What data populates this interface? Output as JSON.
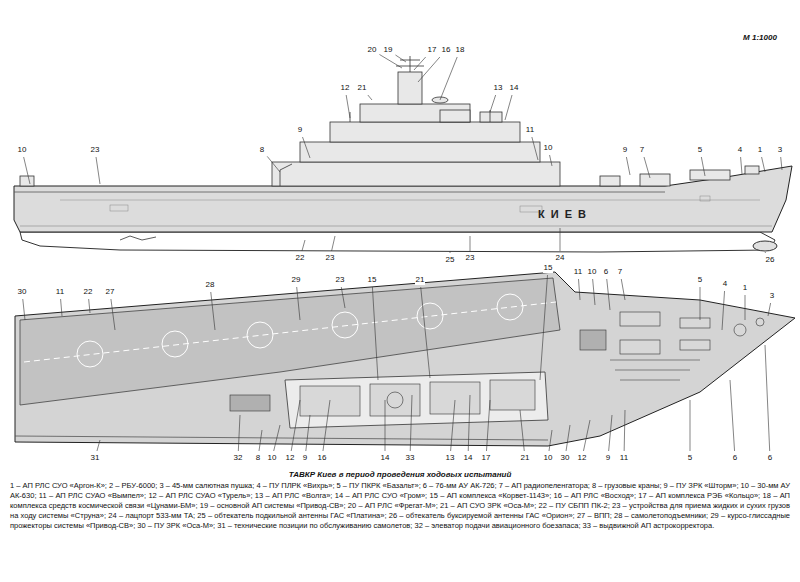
{
  "diagram": {
    "title": "ТАВКР Киев в период проведения ходовых испытаний",
    "caption": "1 – АП РЛС СУО «Аргон-К»; 2 – РБУ-6000; 3 – 45-мм салютная пушка; 4 – ПУ ПЛРК «Вихрь»; 5 – ПУ ПКРК «Базальт»; 6 – 76-мм АУ АК-726; 7 – АП радиопеленгатора; 8 – грузовые краны; 9 – ПУ ЗРК «Шторм»; 10 – 30-мм АУ АК-630; 11 – АП РЛС СУАО «Вымпел»; 12 – АП РЛС СУАО «Турель»; 13 – АП РЛС «Волга»; 14 – АП РЛС СУО «Гром»; 15 – АП комплекса «Корвет-1143»; 16 – АП РЛС «Восход»; 17 – АП комплекса РЭБ «Кольцо»; 18 – АП комплекса средств космической связи «Цунами-БМ»; 19 – основной АП системы «Привод-СВ»; 20 – АП РЛС «Фрегат-М»; 21 – АП СУО ЗРК «Оса-М»; 22 – ПУ СБПП ПК-2; 23 – устройства для приема жидких и сухих грузов на ходу системы «Струна»; 24 – лацпорт 533-мм ТА; 25 – обтекатель подкильной антенны ГАС «Платина»; 26 – обтекатель буксируемой антенны ГАС «Орион»; 27 – ВПП; 28 – самолетоподъемники; 29 – курсо-глиссадные прожекторы системы «Привод-СВ»; 30 – ПУ ЗРК «Оса-М»; 31 – технические позиции по обслуживанию самолетов; 32 – элеватор подачи авиационного боезапаса; 33 – выдвижной АП астрокорректора.",
    "labels": [
      "М 1:1000",
      "КИЕВ",
      "10",
      "23",
      "8",
      "9",
      "12",
      "21",
      "20",
      "19",
      "17",
      "16",
      "18",
      "13",
      "14",
      "11",
      "10",
      "9",
      "7",
      "5",
      "4",
      "1",
      "3",
      "22",
      "23",
      "25",
      "23",
      "24",
      "26",
      "30",
      "11",
      "22",
      "27",
      "28",
      "29",
      "23",
      "15",
      "21",
      "15",
      "11",
      "10",
      "6",
      "7",
      "5",
      "4",
      "1",
      "3",
      "31",
      "32",
      "8",
      "10",
      "12",
      "9",
      "16",
      "14",
      "33",
      "13",
      "14",
      "17",
      "21",
      "10",
      "30",
      "12",
      "9",
      "11",
      "5",
      "6",
      "6"
    ]
  }
}
